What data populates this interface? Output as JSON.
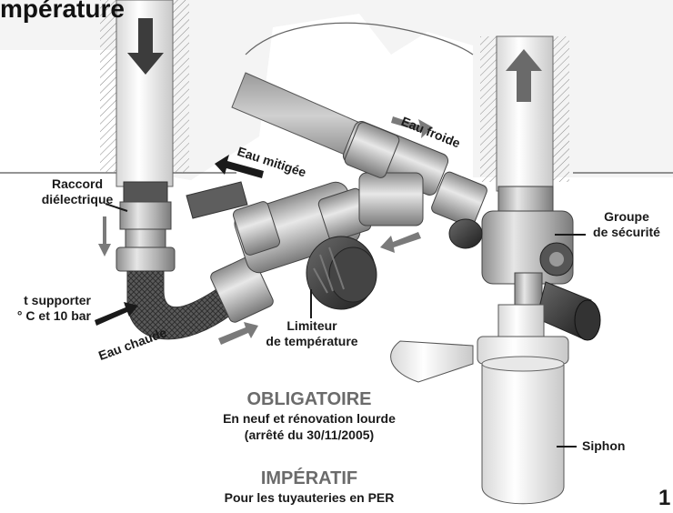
{
  "title": "mpérature",
  "labels": {
    "raccord_line1": "Raccord",
    "raccord_line2": "diélectrique",
    "flexible_line1": "t supporter",
    "flexible_line2": "° C et 10 bar",
    "eau_chaude": "Eau chaude",
    "eau_mitigee": "Eau mitigée",
    "eau_froide": "Eau froide",
    "limiteur_line1": "Limiteur",
    "limiteur_line2": "de température",
    "groupe_line1": "Groupe",
    "groupe_line2": "de sécurité",
    "siphon": "Siphon"
  },
  "notes": {
    "obligatoire": "OBLIGATOIRE",
    "obligatoire_line1": "En neuf et rénovation lourde",
    "obligatoire_line2": "(arrêté du 30/11/2005)",
    "imperatif": "IMPÉRATIF",
    "imperatif_line1": "Pour les tuyauteries en PER"
  },
  "page_number": "1",
  "colors": {
    "text_dark": "#1a1a1a",
    "text_grey": "#6b6b6b",
    "arrow_dark": "#1a1a1a",
    "arrow_grey": "#7a7a7a",
    "metal": "#b5b5b5",
    "knob": "#3a3a3a"
  }
}
